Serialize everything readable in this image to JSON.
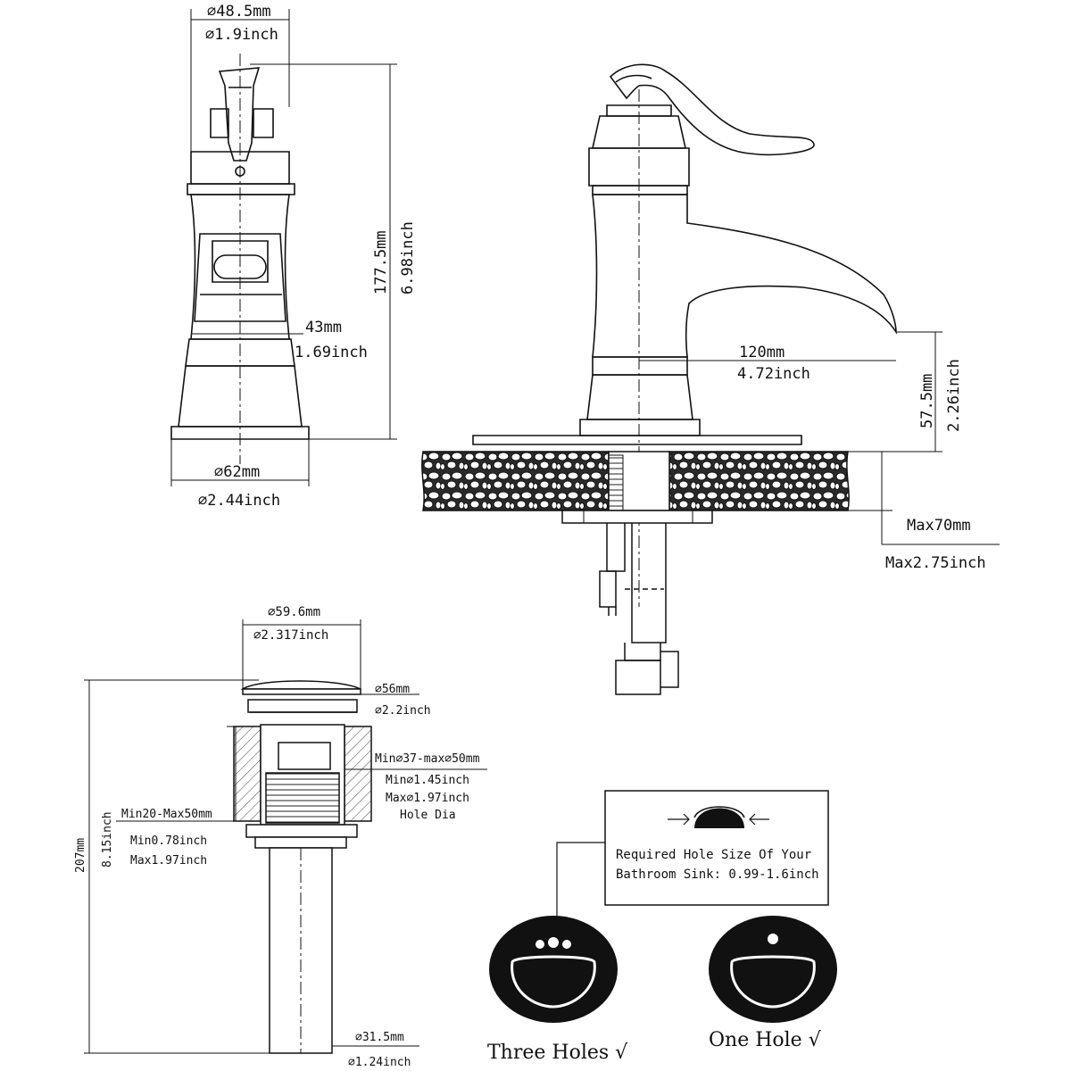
{
  "faucet_front": {
    "top_dia_mm": "⌀48.5mm",
    "top_dia_in": "⌀1.9inch",
    "height_mm": "177.5mm",
    "height_in": "6.98inch",
    "body_mm": "43mm",
    "body_in": "1.69inch",
    "base_mm": "⌀62mm",
    "base_in": "⌀2.44inch"
  },
  "faucet_side": {
    "reach_mm": "120mm",
    "reach_in": "4.72inch",
    "spout_h_mm": "57.5mm",
    "spout_h_in": "2.26inch",
    "deck_max_mm": "Max70mm",
    "deck_max_in": "Max2.75inch"
  },
  "drain": {
    "cap_mm": "⌀59.6mm",
    "cap_in": "⌀2.317inch",
    "flange_mm": "⌀56mm",
    "flange_in": "⌀2.2inch",
    "hole_mm": "Min⌀37-max⌀50mm",
    "hole_min_in": "Min⌀1.45inch",
    "hole_max_in": "Max⌀1.97inch",
    "hole_dia": "Hole Dia",
    "thick_mm": "Min20-Max50mm",
    "thick_min_in": "Min0.78inch",
    "thick_max_in": "Max1.97inch",
    "total_mm": "207mm",
    "total_in": "8.15inch",
    "pipe_mm": "⌀31.5mm",
    "pipe_in": "⌀1.24inch"
  },
  "sink_note": {
    "line1": "Required Hole Size Of Your",
    "line2": "Bathroom Sink: 0.99-1.6inch"
  },
  "sinks": {
    "three": "Three Holes √",
    "one": "One Hole  √"
  }
}
